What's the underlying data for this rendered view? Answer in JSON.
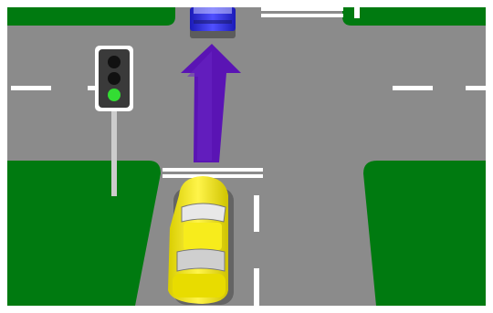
{
  "scene": {
    "type": "road-intersection-illustration",
    "colors": {
      "grass": "#007a10",
      "road": "#8b8b8b",
      "markings": "#ffffff",
      "arrow": "#5a14b4",
      "car_ahead": "#2a2ae0",
      "car_main": "#f2e600",
      "signal_housing": "#3a3a3a",
      "signal_green": "#33dd33"
    },
    "traffic_light": {
      "active_light": "green",
      "lights": [
        "red",
        "yellow",
        "green"
      ]
    },
    "arrow": {
      "direction": "straight-ahead"
    },
    "vehicles": [
      {
        "name": "car-ahead",
        "color": "blue",
        "direction": "straight-ahead"
      },
      {
        "name": "car-main",
        "color": "yellow",
        "direction": "straight-ahead"
      }
    ]
  }
}
